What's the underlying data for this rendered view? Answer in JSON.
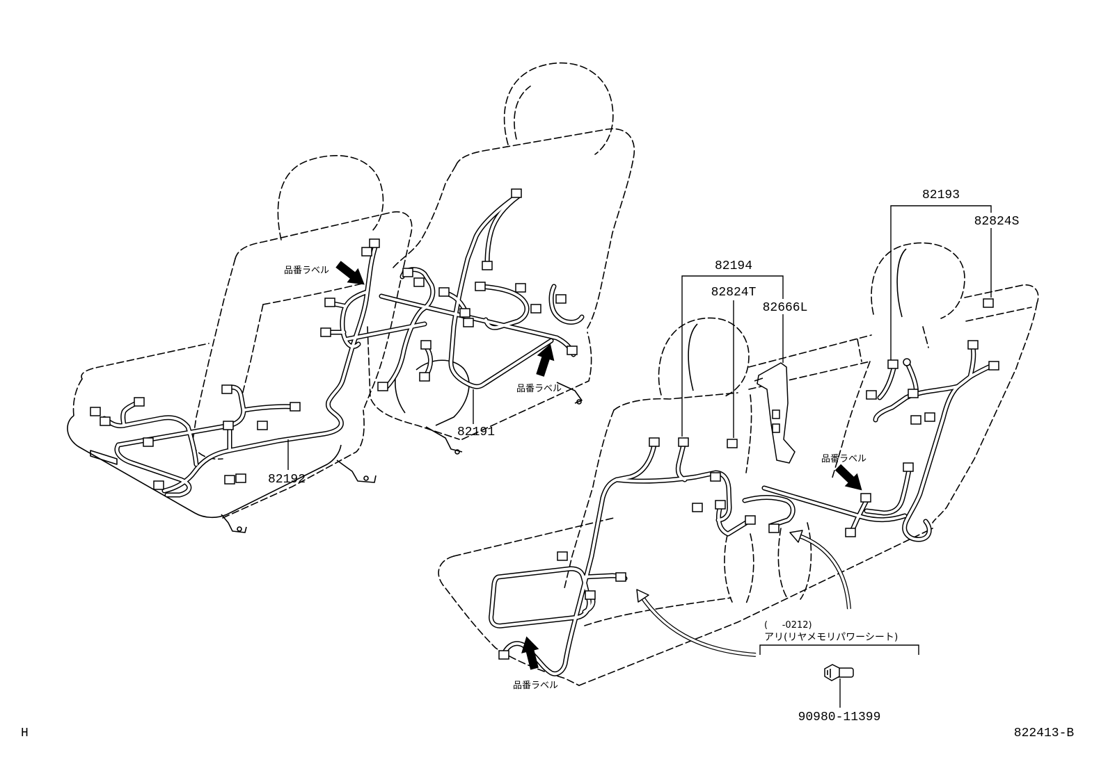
{
  "callouts": {
    "p82193": "82193",
    "p82824S": "82824S",
    "p82194": "82194",
    "p82824T": "82824T",
    "p82666L": "82666L",
    "p82191": "82191",
    "p82192": "82192",
    "p90980_11399": "90980-11399"
  },
  "label_notes": [
    "品番ラベル",
    "品番ラベル",
    "品番ラベル",
    "品番ラベル"
  ],
  "applicability": {
    "period": "(     -0212)",
    "condition": "アリ(リヤメモリパワーシート)"
  },
  "footer": {
    "section_code": "H",
    "illustration_number": "822413-B"
  }
}
